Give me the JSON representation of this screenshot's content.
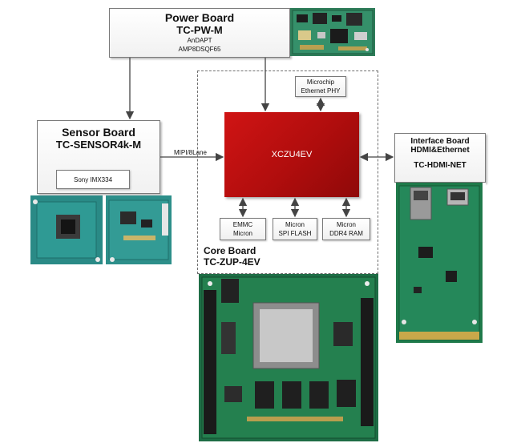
{
  "power_board": {
    "title": "Power Board",
    "model": "TC-PW-M",
    "chip1": "AnDAPT",
    "chip2": "AMP8DSQF65"
  },
  "sensor_board": {
    "title": "Sensor Board",
    "model": "TC-SENSOR4k-M",
    "sensor": "Sony IMX334"
  },
  "link_label": "MIPI/8Lane",
  "core": {
    "fpga": "XCZU4EV",
    "phy_line1": "Microchip",
    "phy_line2": "Ethernet PHY",
    "emmc_line1": "EMMC",
    "emmc_line2": "Micron",
    "flash_line1": "Micron",
    "flash_line2": "SPI FLASH",
    "ram_line1": "Micron",
    "ram_line2": "DDR4 RAM",
    "title": "Core Board",
    "model": "TC-ZUP-4EV"
  },
  "interface_board": {
    "title": "Interface Board",
    "subtitle": "HDMI&Ethernet",
    "model": "TC-HDMI-NET"
  },
  "colors": {
    "fpga": "#c01010",
    "pcb_green": "#1f7a4a",
    "pcb_teal": "#2a8a86"
  }
}
